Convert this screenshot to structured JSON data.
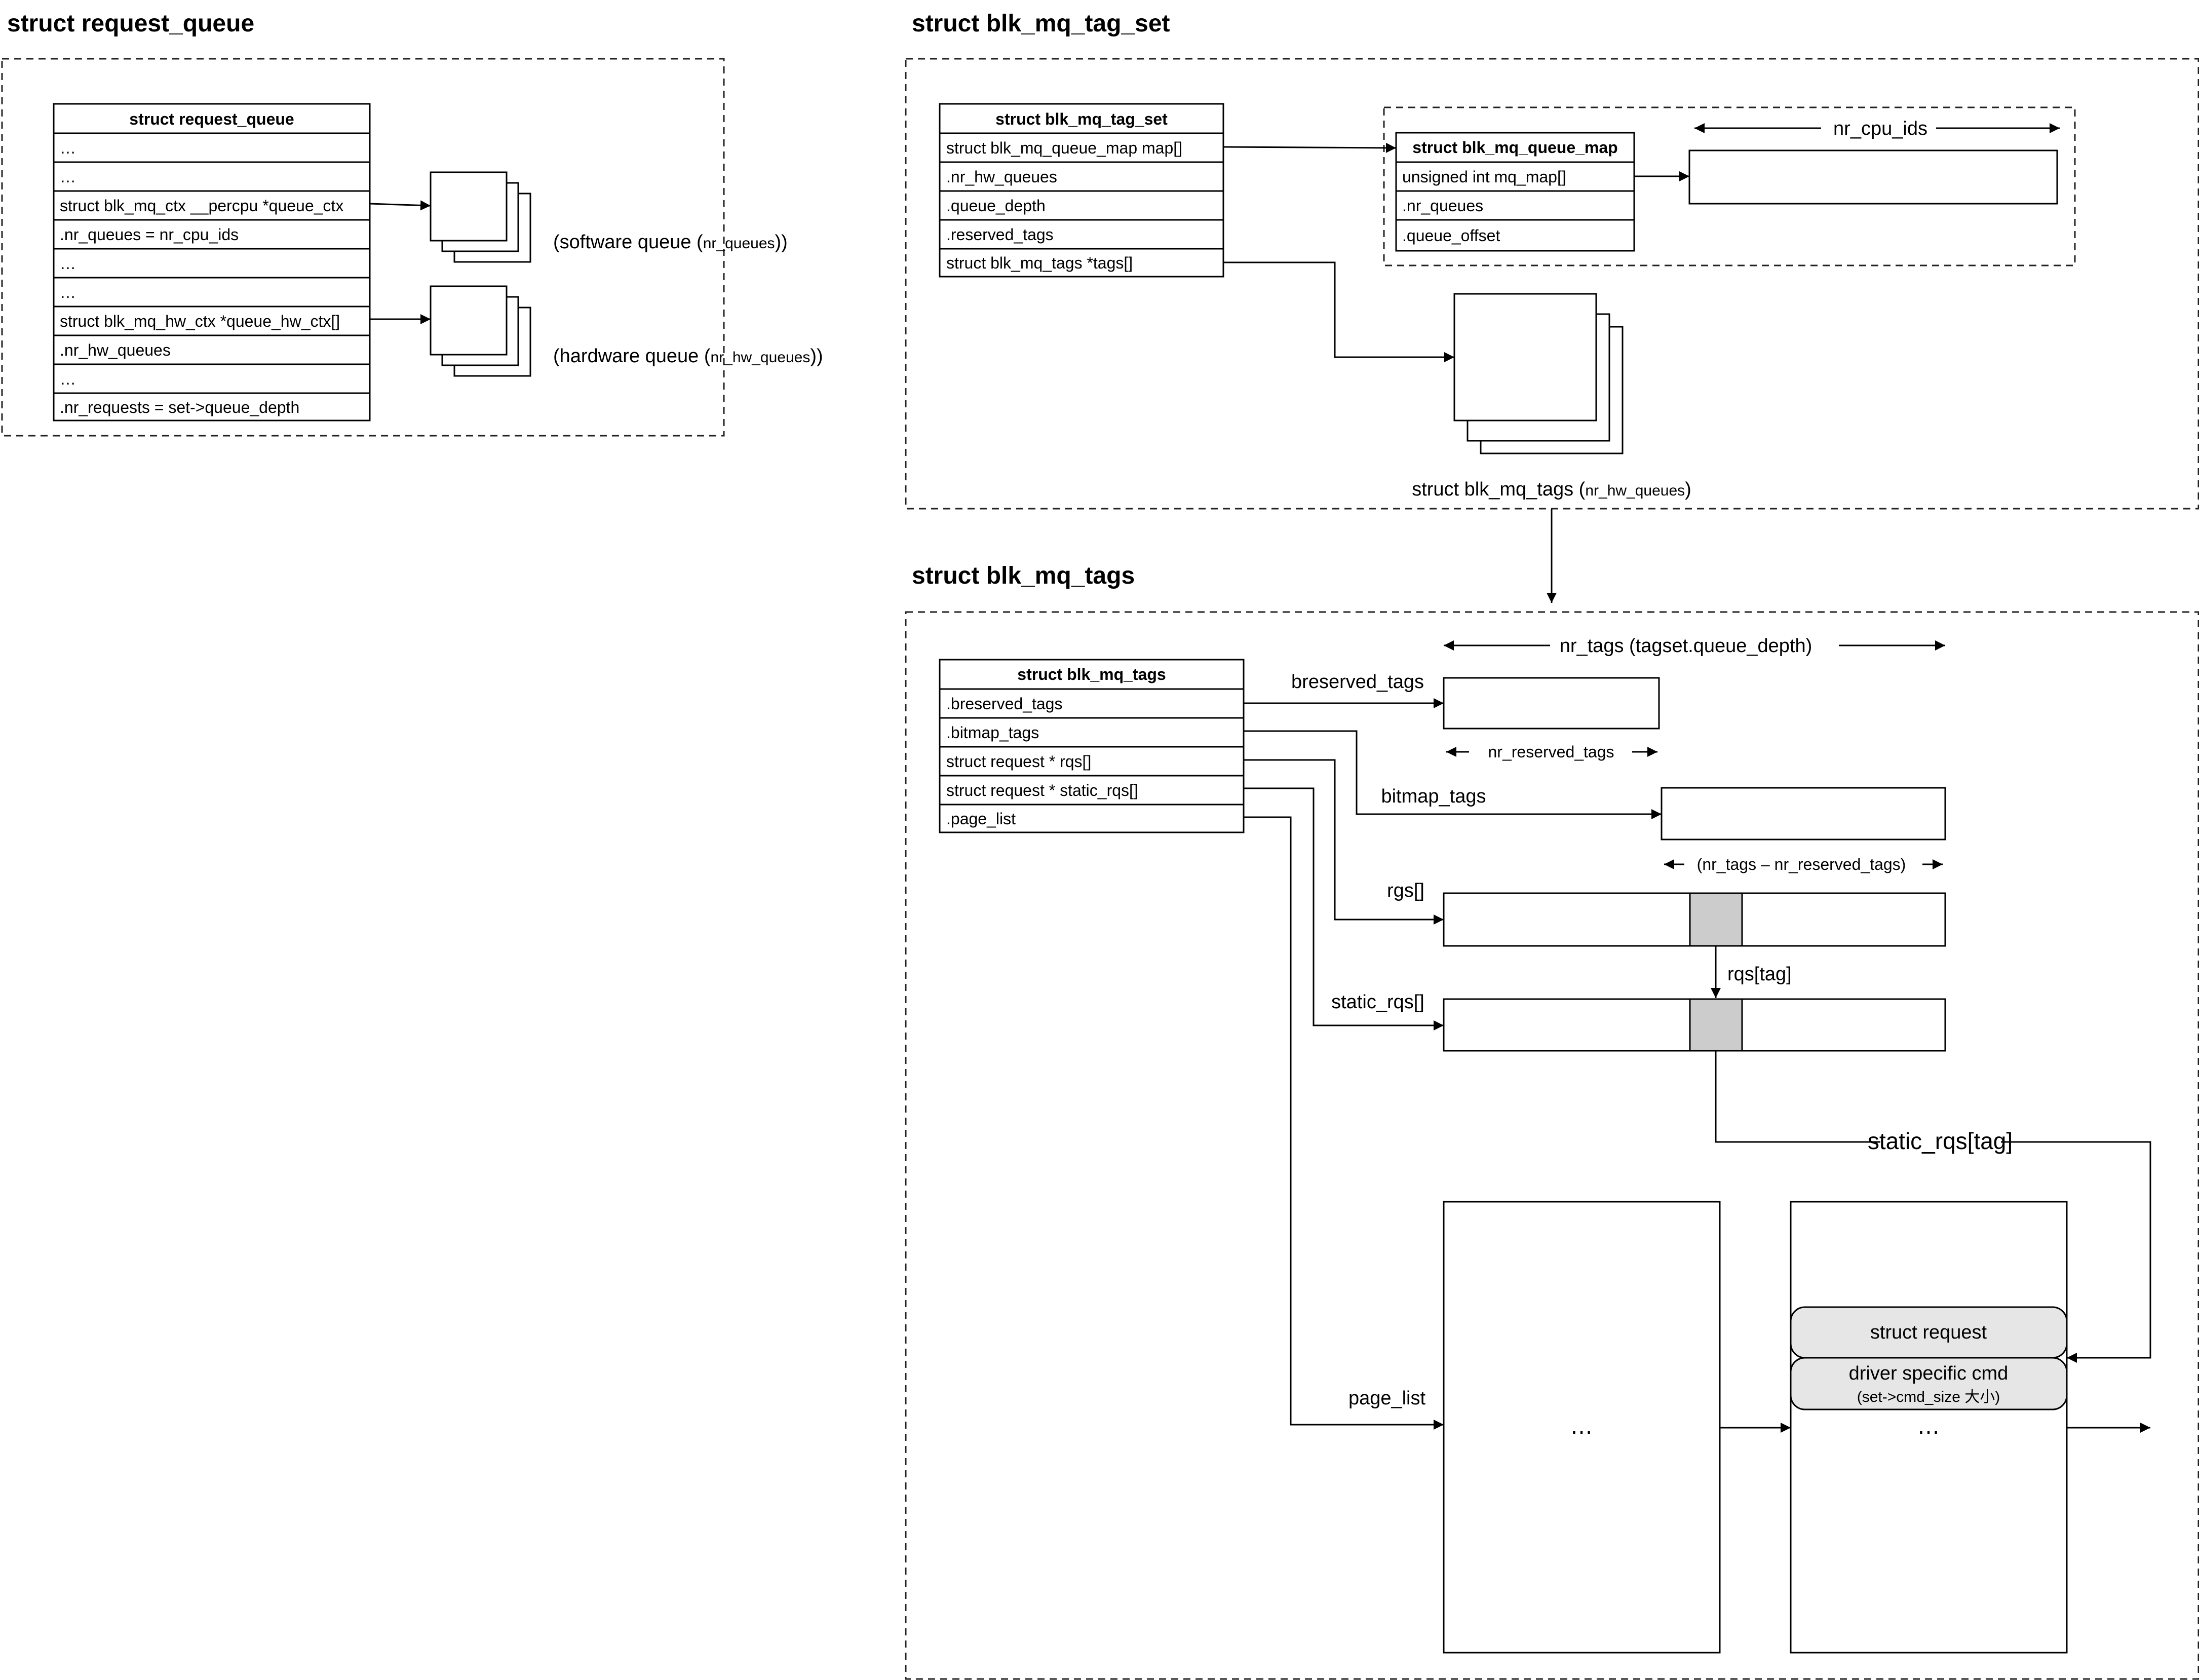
{
  "sections": {
    "request_queue": {
      "title": "struct request_queue"
    },
    "tag_set": {
      "title": "struct blk_mq_tag_set"
    },
    "tags": {
      "title": "struct blk_mq_tags"
    }
  },
  "request_queue_table": {
    "header": "struct request_queue",
    "rows": [
      "…",
      "…",
      "struct blk_mq_ctx __percpu *queue_ctx",
      ".nr_queues = nr_cpu_ids",
      "…",
      "…",
      "struct blk_mq_hw_ctx *queue_hw_ctx[]",
      ".nr_hw_queues",
      "…",
      ".nr_requests = set->queue_depth"
    ]
  },
  "queue_labels": {
    "software": {
      "prefix": "(software queue (",
      "small": "nr_queues",
      "suffix": "))"
    },
    "hardware": {
      "prefix": "(hardware queue (",
      "small": "nr_hw_queues",
      "suffix": "))"
    }
  },
  "tag_set_table": {
    "header": "struct blk_mq_tag_set",
    "rows": [
      "struct blk_mq_queue_map map[]",
      ".nr_hw_queues",
      ".queue_depth",
      ".reserved_tags",
      "struct blk_mq_tags *tags[]"
    ]
  },
  "queue_map_table": {
    "header": "struct blk_mq_queue_map",
    "rows": [
      "unsigned int mq_map[]",
      ".nr_queues",
      ".queue_offset"
    ]
  },
  "nr_cpu_ids_label": "nr_cpu_ids",
  "tags_stack_label": {
    "prefix": "struct blk_mq_tags (",
    "small": "nr_hw_queues",
    "suffix": ")"
  },
  "tags_table": {
    "header": "struct blk_mq_tags",
    "rows": [
      ".breserved_tags",
      ".bitmap_tags",
      "struct request * rqs[]",
      "struct request * static_rqs[]",
      ".page_list"
    ]
  },
  "tags_labels": {
    "nr_tags": "nr_tags (tagset.queue_depth)",
    "breserved_tags": "breserved_tags",
    "nr_reserved_tags": "nr_reserved_tags",
    "bitmap_tags": "bitmap_tags",
    "nr_tags_minus": "(nr_tags – nr_reserved_tags)",
    "rgs": "rgs[]",
    "rqs_tag": "rqs[tag]",
    "static_rqs": "static_rqs[]",
    "static_rqs_tag": "static_rqs[tag]",
    "page_list": "page_list",
    "page_ellipsis": "…",
    "struct_request": "struct request",
    "driver_cmd": "driver specific cmd",
    "driver_cmd_sub": "(set->cmd_size 大小)",
    "page2_ellipsis": "…"
  }
}
